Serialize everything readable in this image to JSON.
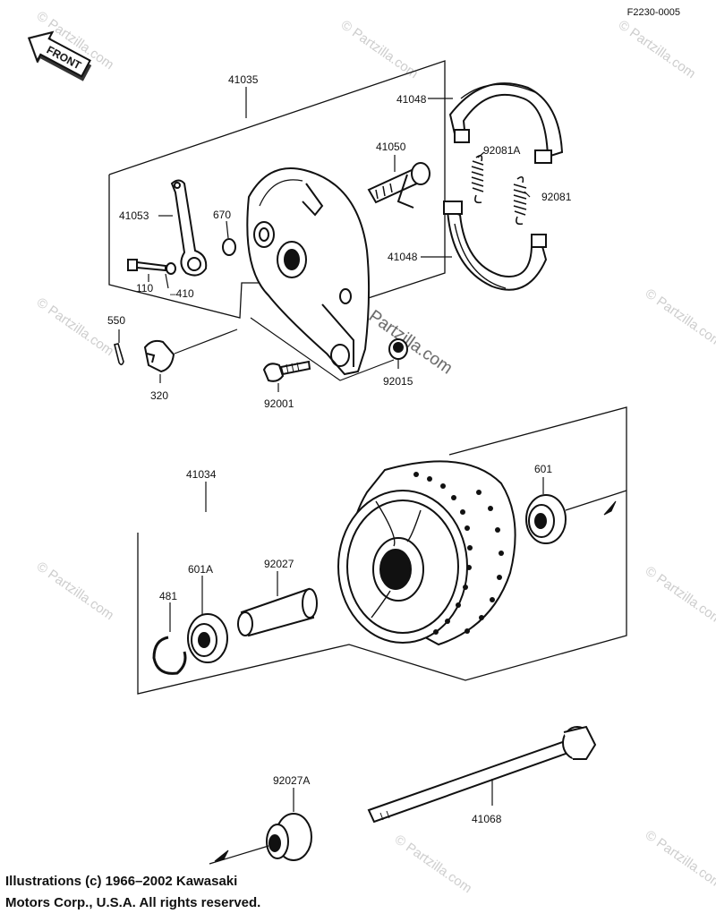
{
  "diagram": {
    "ref_code": "F2230-0005",
    "direction_label": "FRONT",
    "labels": {
      "p41035": "41035",
      "p41048_top": "41048",
      "p41050": "41050",
      "p92081a": "92081A",
      "p92081": "92081",
      "p41053": "41053",
      "p670": "670",
      "p110": "110",
      "p410": "–410",
      "p41048_bottom": "41048",
      "p550": "550",
      "p320": "320",
      "p92001": "92001",
      "p92015": "92015",
      "p41034": "41034",
      "p601": "601",
      "p601a": "601A",
      "p92027": "92027",
      "p481": "481",
      "p92027a": "92027A",
      "p41068": "41068"
    },
    "watermark": "© Partzilla.com",
    "copyright_line1": "Illustrations (c) 1966–2002 Kawasaki",
    "copyright_line2": "Motors Corp., U.S.A.  All rights reserved."
  }
}
